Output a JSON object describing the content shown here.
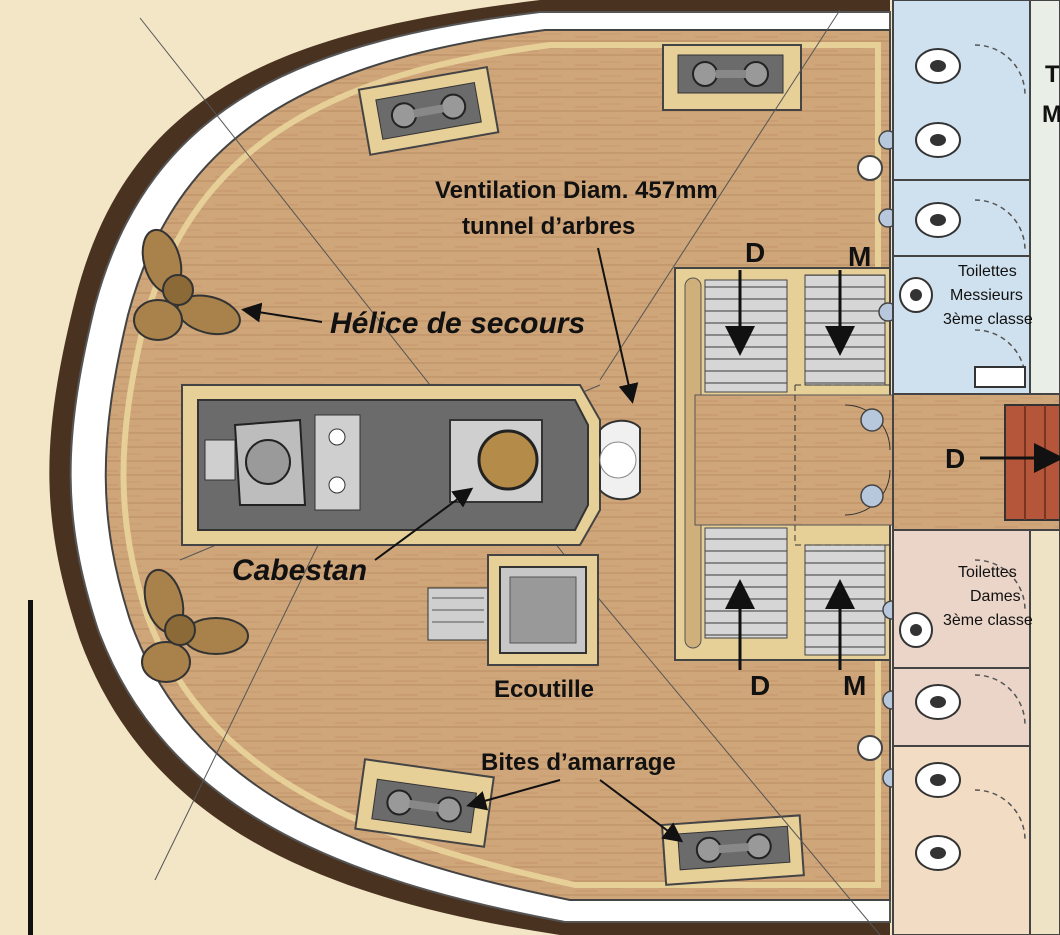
{
  "labels": {
    "ventilation_line1": "Ventilation Diam. 457mm",
    "ventilation_line2": "tunnel d’arbres",
    "helice": "Hélice de secours",
    "cabestan": "Cabestan",
    "ecoutille": "Ecoutille",
    "bites": "Bites d’amarrage",
    "toilettes_messieurs": [
      "Toilettes",
      "Messieurs",
      "3ème classe"
    ],
    "toilettes_dames": [
      "Toilettes",
      "Dames",
      "3ème classe"
    ],
    "top_right_partial": [
      "T",
      "M"
    ]
  },
  "stair_letters": {
    "top_left": "D",
    "top_right": "M",
    "bottom_left": "D",
    "bottom_right": "M",
    "corridor": "D"
  },
  "colors": {
    "deck": "#cfa57a",
    "hull_dark": "#4a3220",
    "rail": "#ffffff",
    "coaming": "#e7cf98",
    "machinery": "#6b6b6b",
    "propeller": "#a8824a",
    "toilet_blue": "#cfe0ee",
    "toilet_pink": "#ead5c8",
    "toilet_peach": "#f2dcc4",
    "stair_red": "#b5553a"
  }
}
